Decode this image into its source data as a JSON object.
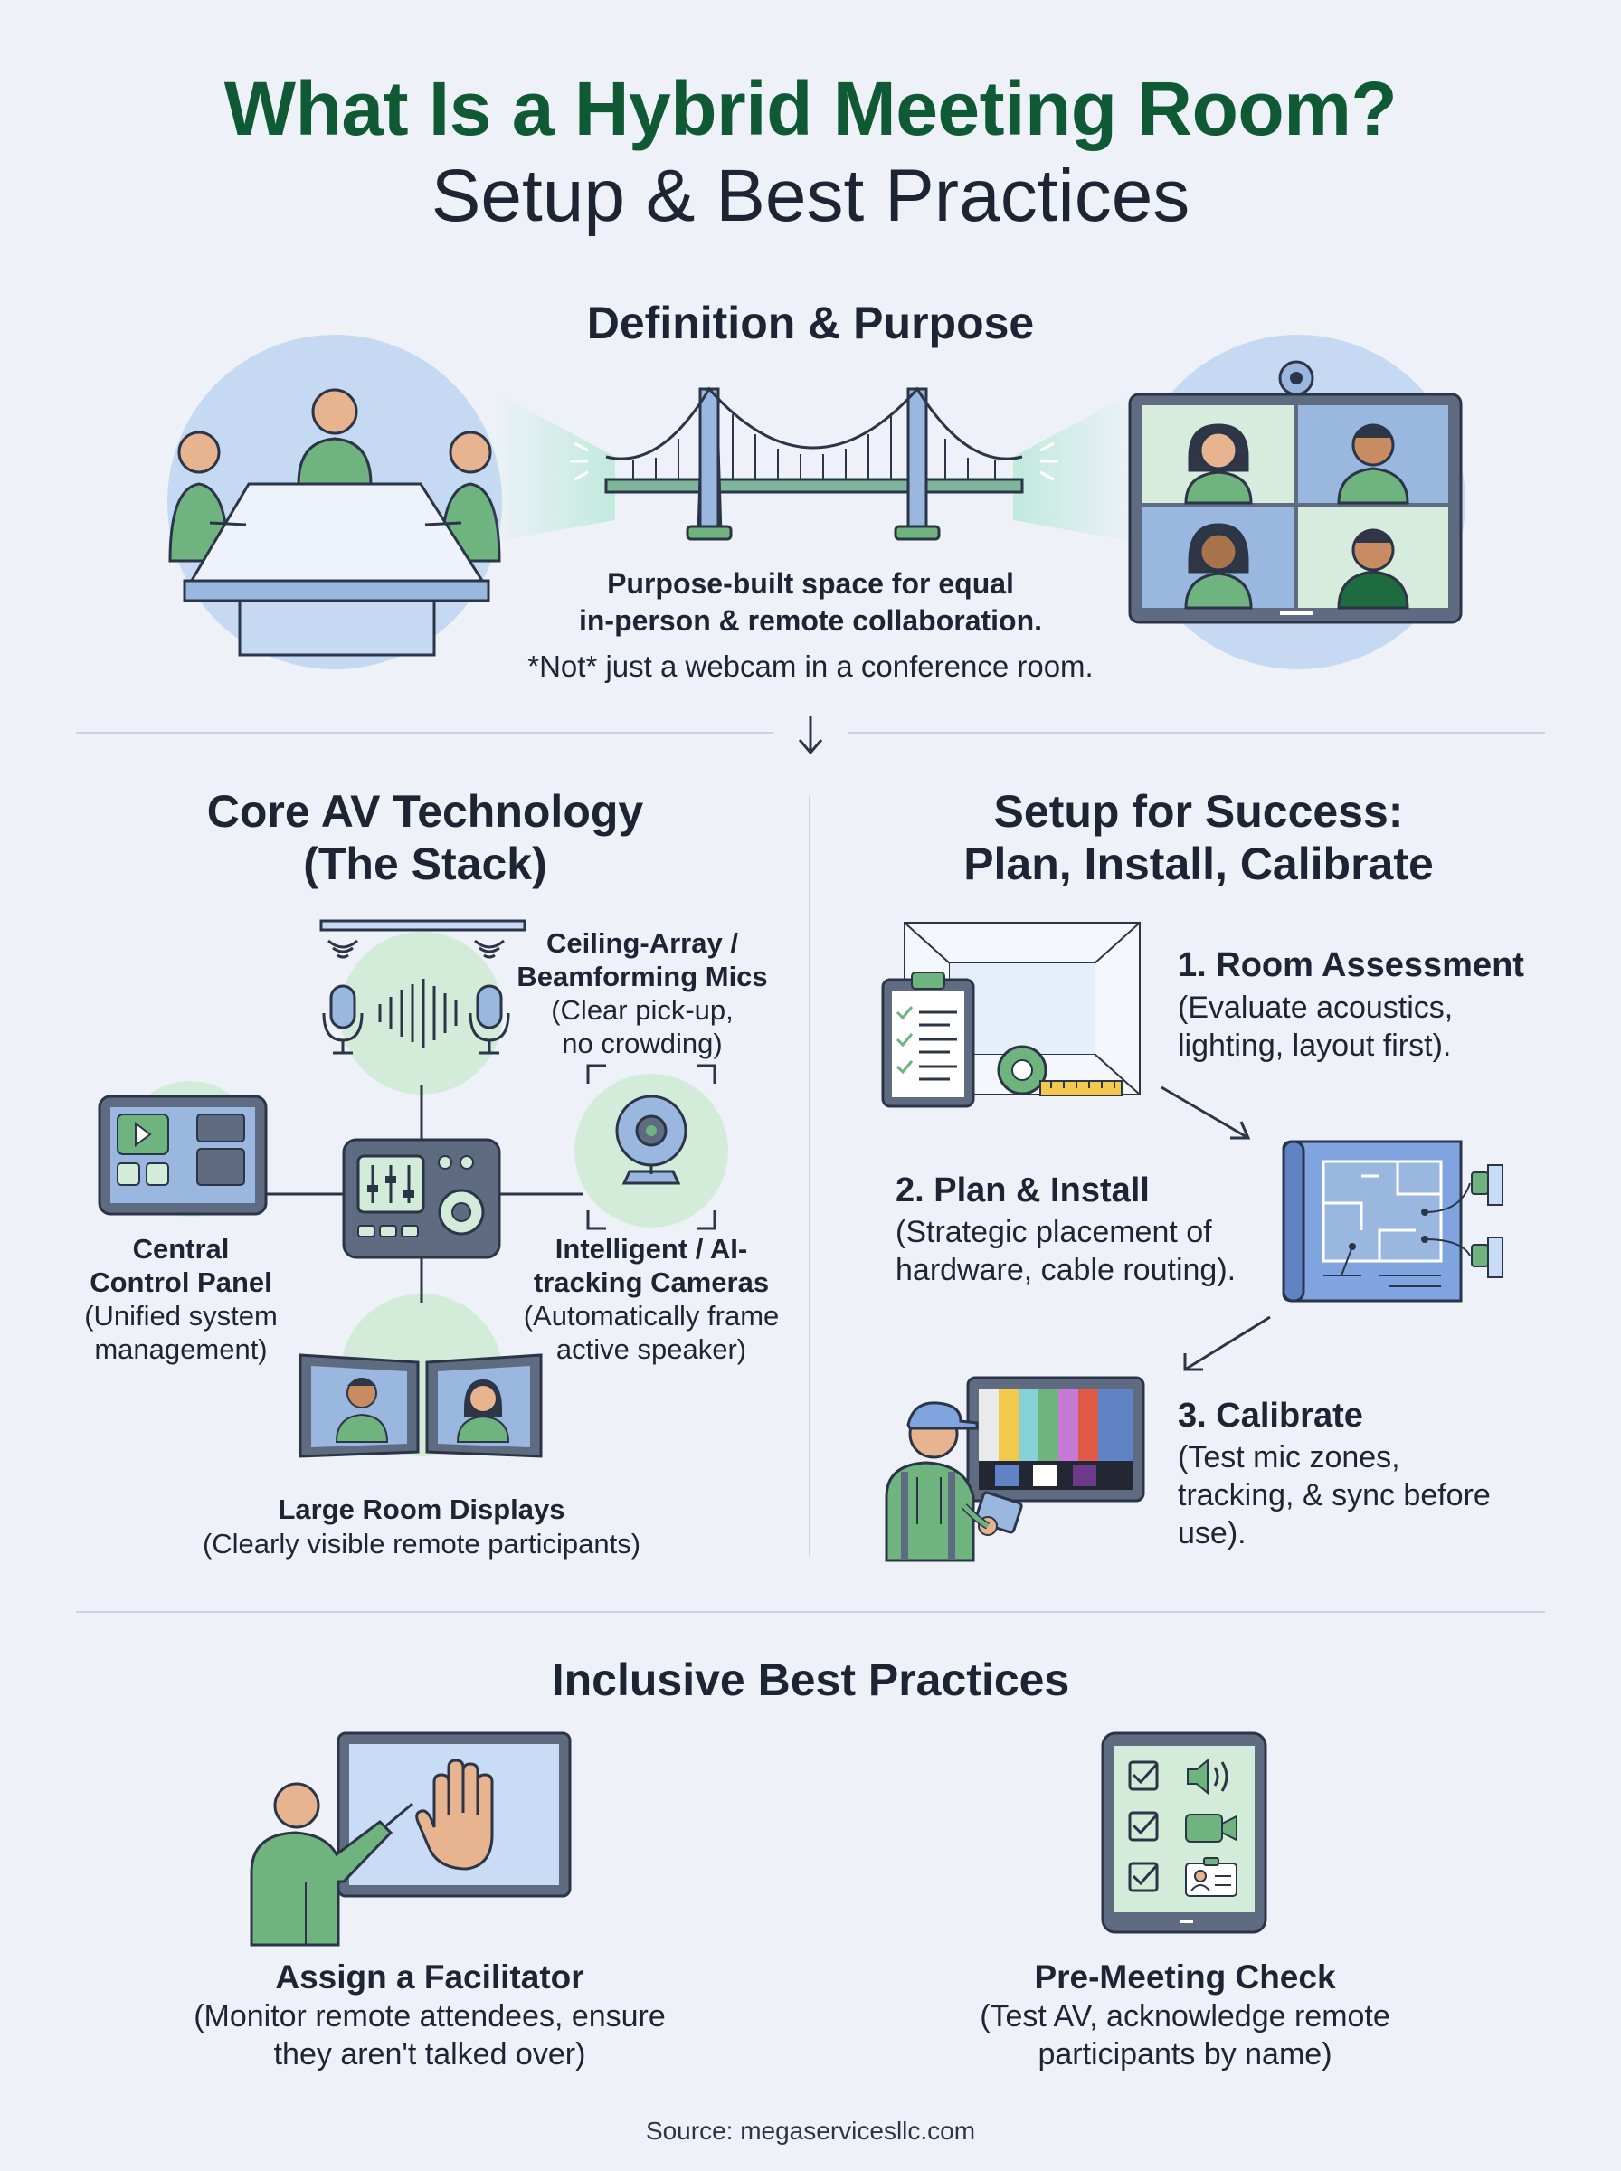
{
  "title": {
    "line1": "What Is a Hybrid Meeting Room?",
    "line2": "Setup & Best Practices"
  },
  "definition": {
    "heading": "Definition & Purpose",
    "purpose_line1": "Purpose-built space for equal",
    "purpose_line2": "in-person & remote collaboration.",
    "note": "*Not* just a webcam in a conference room."
  },
  "core_av": {
    "heading_line1": "Core AV Technology",
    "heading_line2": "(The Stack)",
    "mics": {
      "title1": "Ceiling-Array /",
      "title2": "Beamforming Mics",
      "desc1": "(Clear pick-up,",
      "desc2": "no crowding)"
    },
    "control": {
      "title1": "Central",
      "title2": "Control Panel",
      "desc1": "(Unified system",
      "desc2": "management)"
    },
    "cameras": {
      "title1": "Intelligent / AI-",
      "title2": "tracking Cameras",
      "desc1": "(Automatically frame",
      "desc2": "active speaker)"
    },
    "displays": {
      "title": "Large Room Displays",
      "desc": "(Clearly visible remote participants)"
    }
  },
  "setup": {
    "heading_line1": "Setup for Success:",
    "heading_line2": "Plan, Install, Calibrate",
    "step1": {
      "title": "1. Room Assessment",
      "desc1": "(Evaluate acoustics,",
      "desc2": "lighting, layout first)."
    },
    "step2": {
      "title": "2. Plan & Install",
      "desc1": "(Strategic placement of",
      "desc2": "hardware, cable routing)."
    },
    "step3": {
      "title": "3. Calibrate",
      "desc1": "(Test mic zones,",
      "desc2": "tracking, & sync before",
      "desc3": "use)."
    }
  },
  "practices": {
    "heading": "Inclusive Best Practices",
    "facilitator": {
      "title": "Assign a Facilitator",
      "desc1": "(Monitor remote attendees, ensure",
      "desc2": "they aren't talked over)"
    },
    "check": {
      "title": "Pre-Meeting Check",
      "desc1": "(Test AV, acknowledge remote",
      "desc2": "participants by name)"
    }
  },
  "source": "Source: megaservicesllc.com",
  "colors": {
    "brand_green": "#0f5a34",
    "accent_green": "#6fb37f",
    "light_blue": "#c9dcf5",
    "slate": "#5f6b80"
  }
}
